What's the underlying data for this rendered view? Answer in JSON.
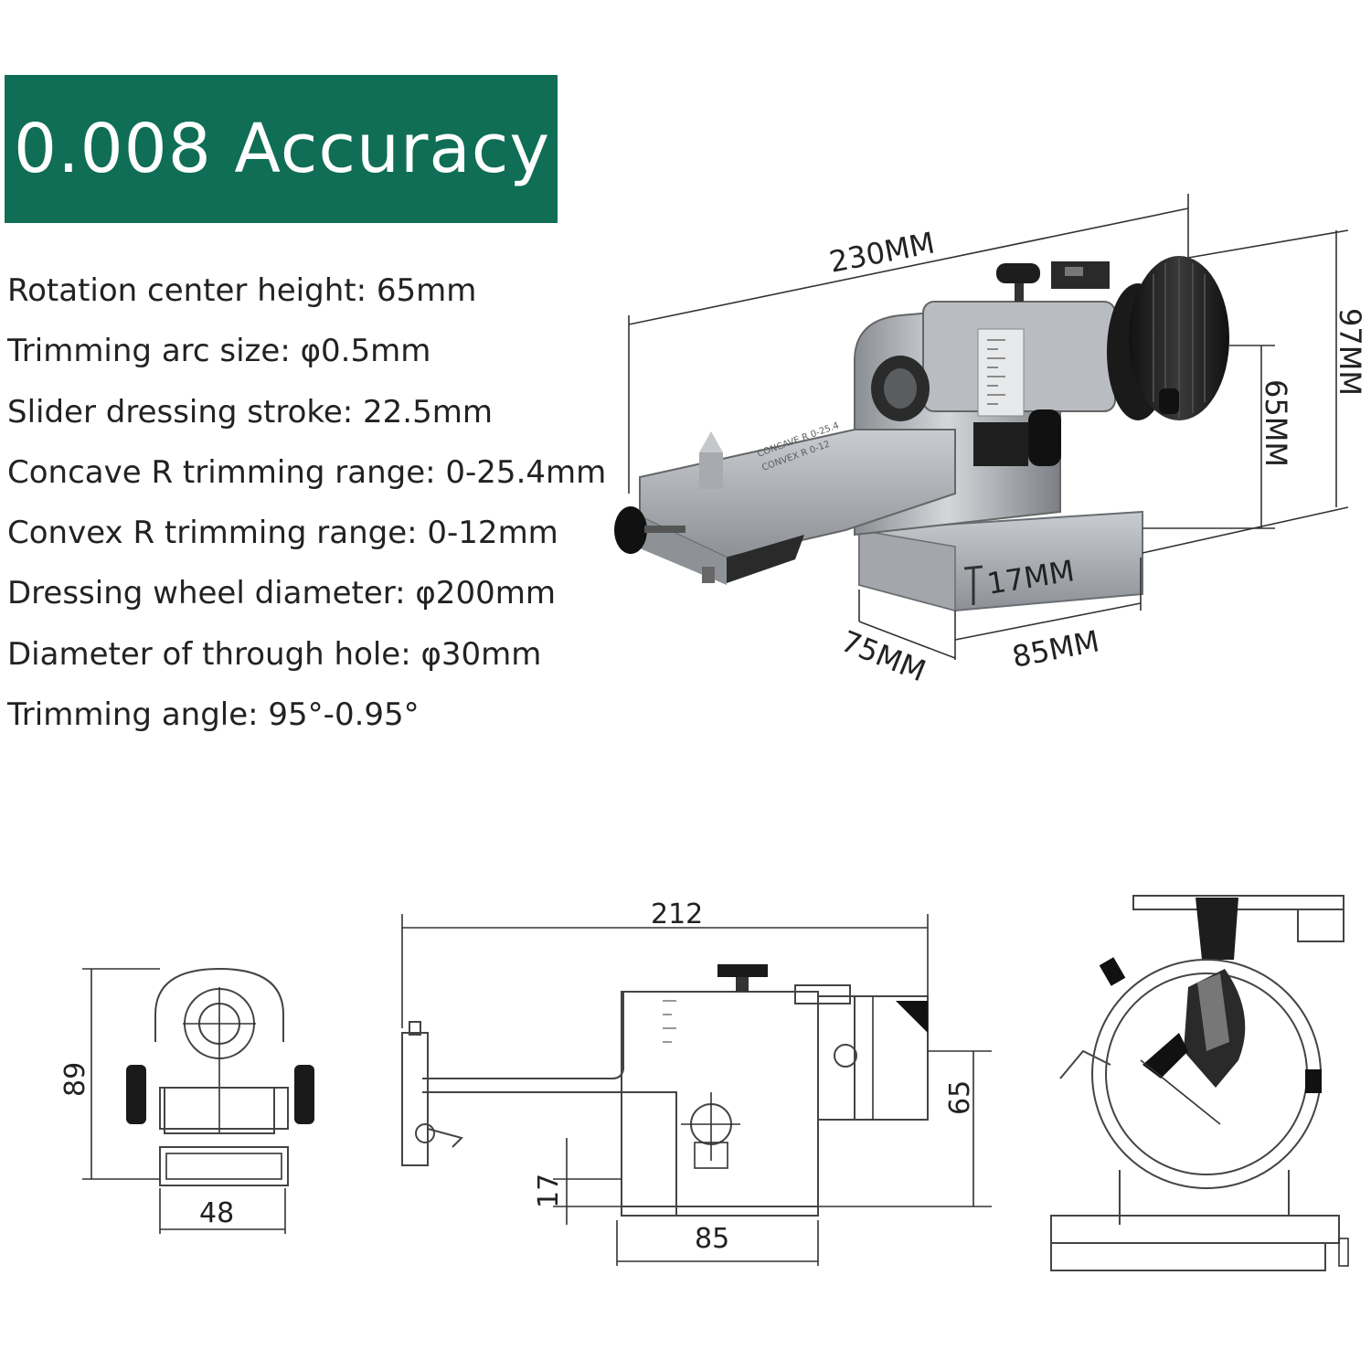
{
  "banner": {
    "title": "0.008 Accuracy",
    "bg_color": "#0f6e55",
    "text_color": "#ffffff"
  },
  "specs": [
    "Rotation center height: 65mm",
    "Trimming arc size: φ0.5mm",
    "Slider dressing stroke: 22.5mm",
    "Concave R trimming range: 0-25.4mm",
    "Convex R trimming range: 0-12mm",
    "Dressing wheel diameter: φ200mm",
    "Diameter of through hole: φ30mm",
    "Trimming angle: 95°-0.95°"
  ],
  "photo_dimensions": {
    "length": "230MM",
    "height": "97MM",
    "center_height": "65MM",
    "base_thickness": "17MM",
    "depth": "75MM",
    "base_length": "85MM"
  },
  "drawing_dimensions": {
    "front_height": "89",
    "front_width": "48",
    "side_length": "212",
    "side_center_height": "65",
    "side_base_thickness": "17",
    "side_base_length": "85"
  }
}
